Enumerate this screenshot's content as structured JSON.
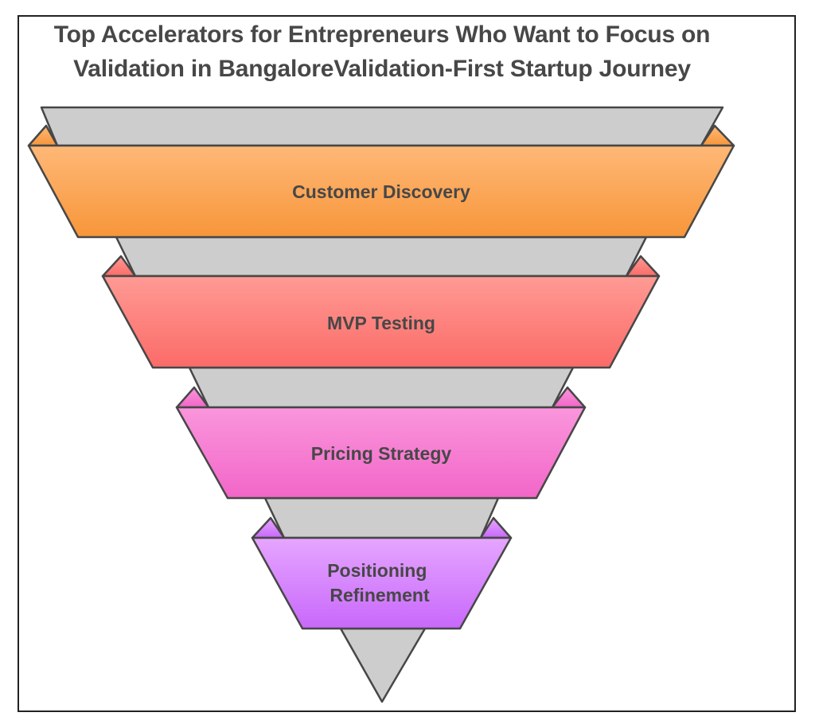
{
  "title": "Top Accelerators for Entrepreneurs Who Want to Focus on Validation  in BangaloreValidation-First Startup Journey",
  "stages": [
    {
      "label": "Customer Discovery",
      "color_top": "#FFB877",
      "color_bottom": "#F7963A"
    },
    {
      "label": "MVP Testing",
      "color_top": "#FF9A94",
      "color_bottom": "#FB6B68"
    },
    {
      "label": "Pricing Strategy",
      "color_top": "#FA96DC",
      "color_bottom": "#F266C8"
    },
    {
      "label": "Positioning Refinement",
      "label_lines": [
        "Positioning",
        "Refinement"
      ],
      "color_top": "#E6A6FF",
      "color_bottom": "#C868FB"
    }
  ],
  "funnel_color": "#CDCDCD",
  "outline_color": "#474747"
}
